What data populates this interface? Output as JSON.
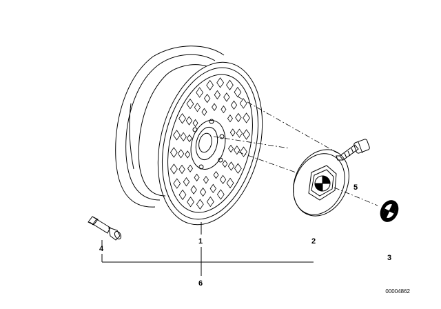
{
  "diagram": {
    "type": "exploded-parts-diagram",
    "parts": [
      {
        "number": "1",
        "component": "rim"
      },
      {
        "number": "2",
        "component": "hub-cap"
      },
      {
        "number": "3",
        "component": "emblem"
      },
      {
        "number": "4",
        "component": "valve"
      },
      {
        "number": "5",
        "component": "hub-cap-center"
      },
      {
        "number": "6",
        "component": "wheel-assembly"
      }
    ],
    "catalog_number": "00004862",
    "line_color": "#000000"
  }
}
